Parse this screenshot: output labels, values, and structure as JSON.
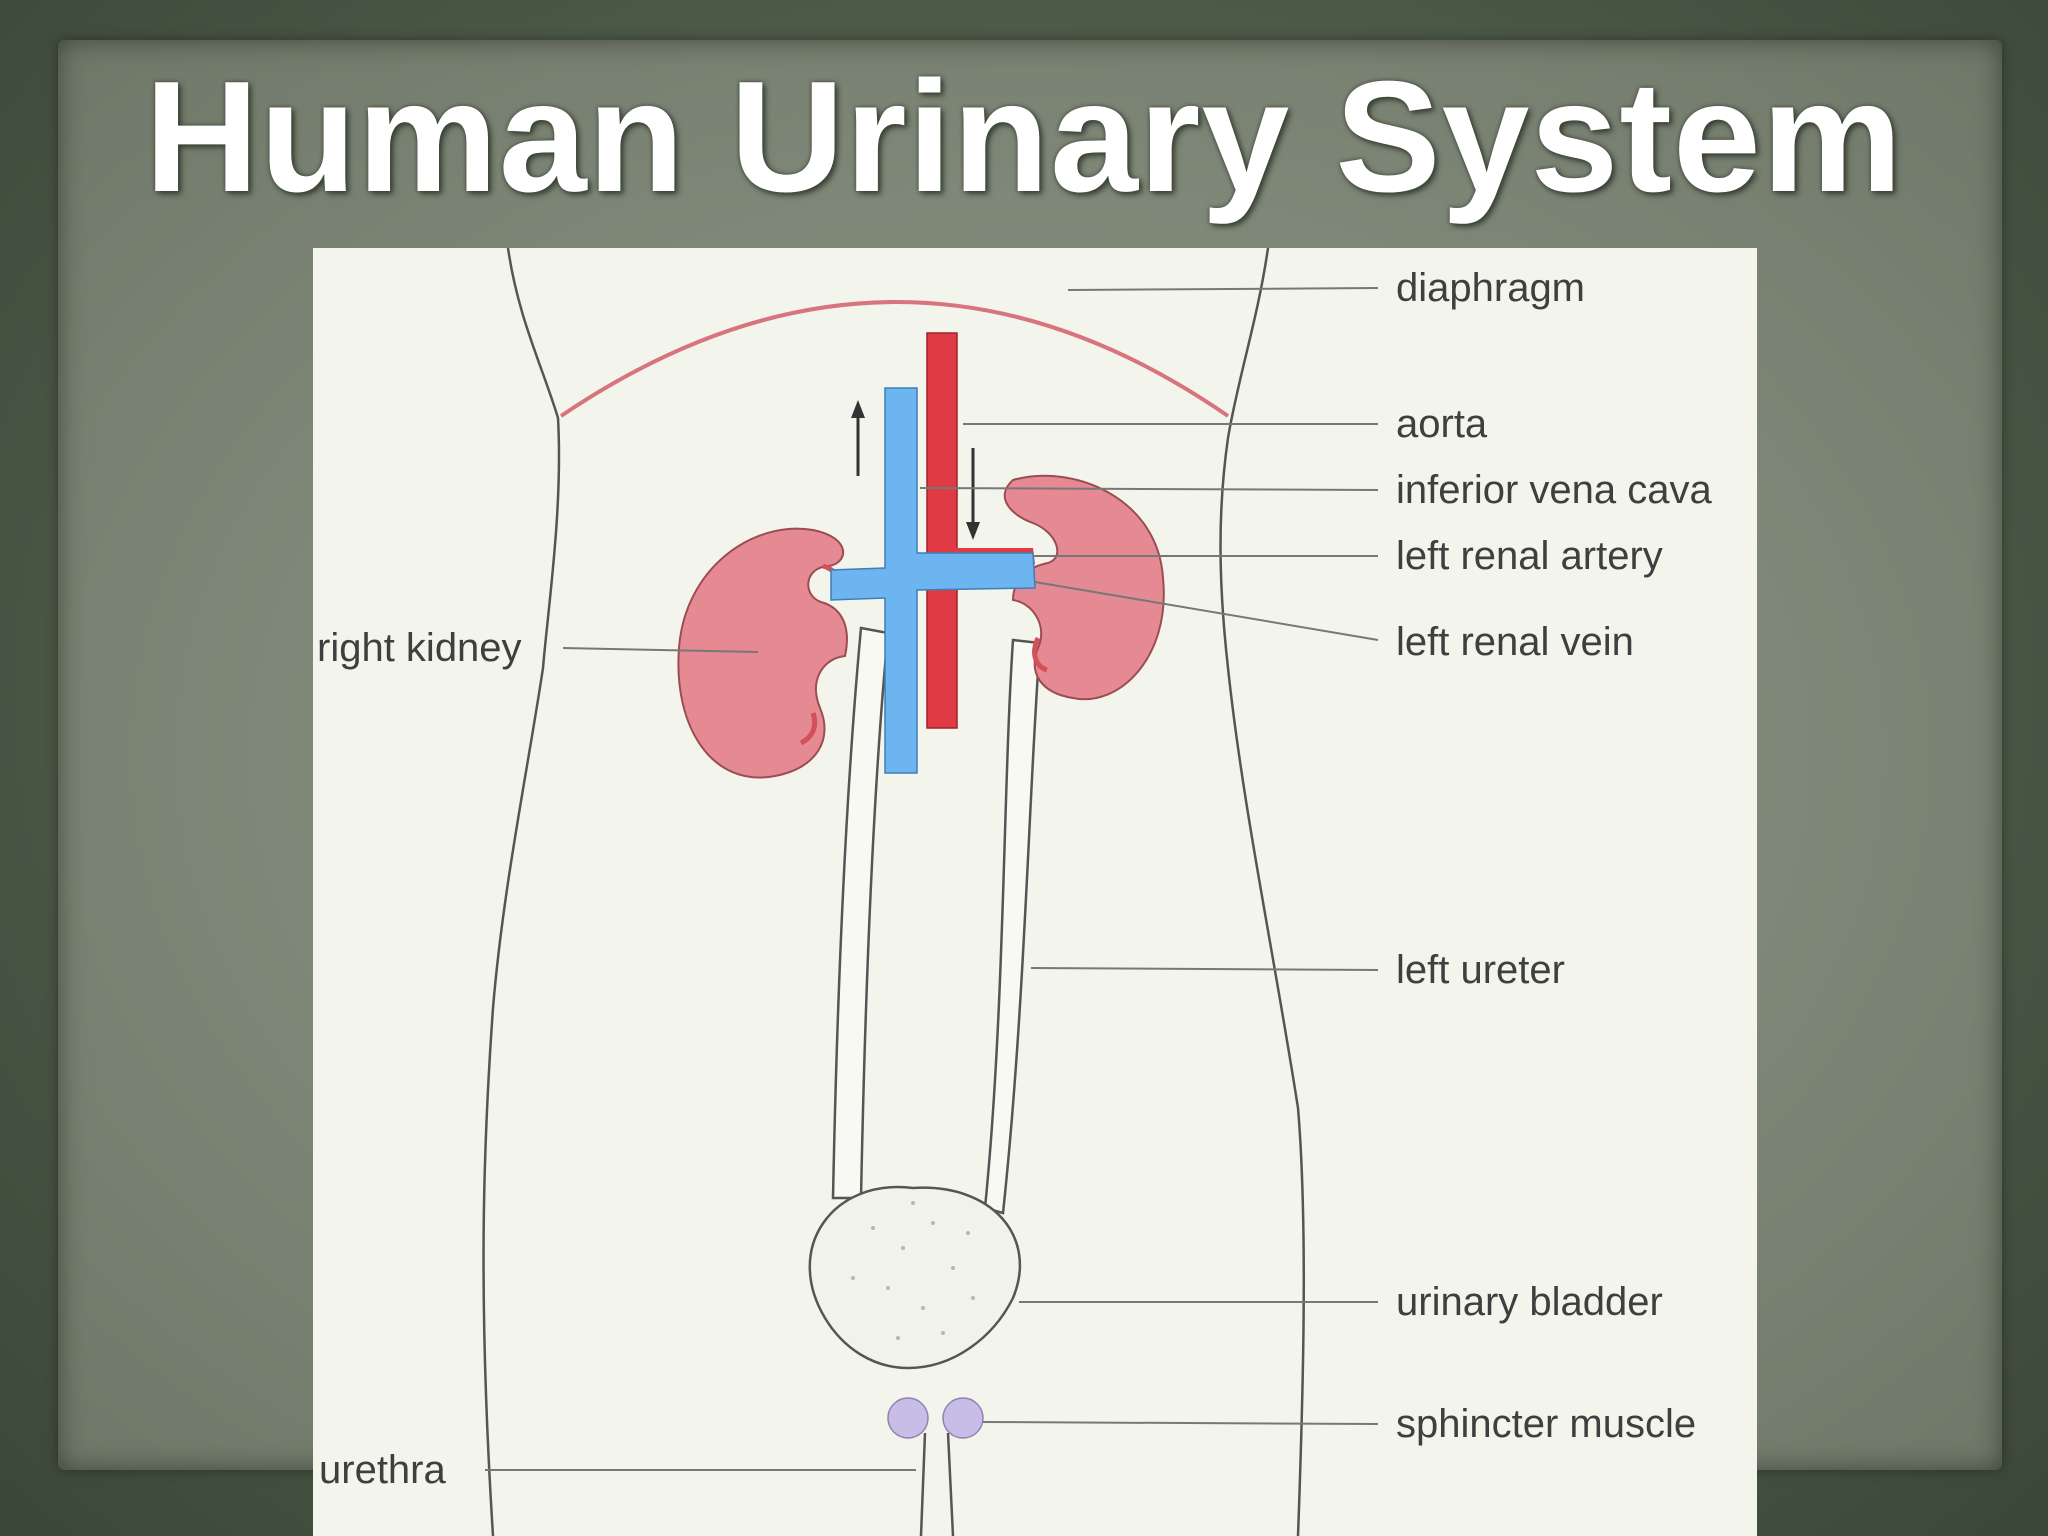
{
  "title": "Human Urinary System",
  "labels": {
    "diaphragm": "diaphragm",
    "aorta": "aorta",
    "inferior_vena_cava": "inferior vena cava",
    "left_renal_artery": "left renal artery",
    "left_renal_vein": "left renal vein",
    "right_kidney": "right kidney",
    "left_ureter": "left ureter",
    "urinary_bladder": "urinary bladder",
    "sphincter_muscle": "sphincter muscle",
    "urethra": "urethra"
  },
  "colors": {
    "kidney": "#e58a93",
    "aorta": "#e03b45",
    "vena_cava": "#6cb5f0",
    "diaphragm": "#d7747e",
    "sphincter": "#c8bde6"
  }
}
